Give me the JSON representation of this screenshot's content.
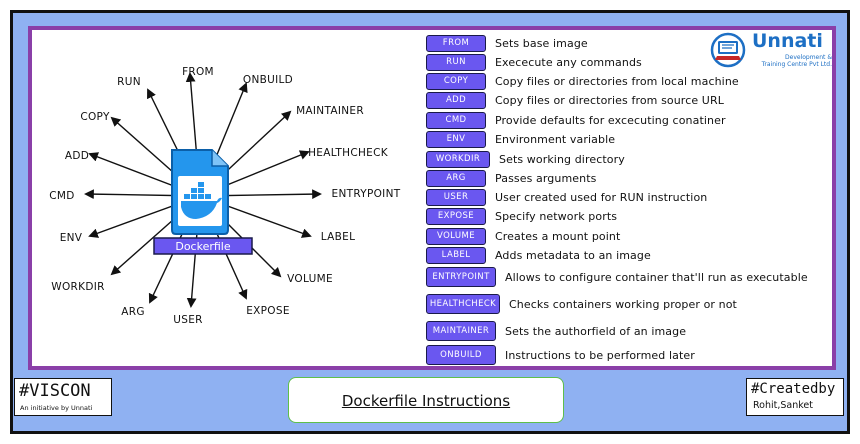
{
  "diagram": {
    "center_label": "Dockerfile",
    "spokes": [
      "FROM",
      "ONBUILD",
      "MAINTAINER",
      "HEALTHCHECK",
      "ENTRYPOINT",
      "LABEL",
      "VOLUME",
      "EXPOSE",
      "USER",
      "ARG",
      "WORKDIR",
      "ENV",
      "CMD",
      "ADD",
      "COPY",
      "RUN"
    ]
  },
  "instructions": [
    {
      "name": "FROM",
      "description": "Sets base image"
    },
    {
      "name": "RUN",
      "description": "Exececute any commands"
    },
    {
      "name": "COPY",
      "description": "Copy files or directories from local machine"
    },
    {
      "name": "ADD",
      "description": "Copy files or directories from source URL"
    },
    {
      "name": "CMD",
      "description": "Provide defaults for excecuting conatiner"
    },
    {
      "name": "ENV",
      "description": "Environment variable"
    },
    {
      "name": "WORKDIR",
      "description": "Sets working directory"
    },
    {
      "name": "ARG",
      "description": "Passes arguments"
    },
    {
      "name": "USER",
      "description": "User created used for RUN instruction"
    },
    {
      "name": "EXPOSE",
      "description": "Specify network ports"
    },
    {
      "name": "VOLUME",
      "description": "Creates a mount point"
    },
    {
      "name": "LABEL",
      "description": "Adds metadata to an image"
    },
    {
      "name": "ENTRYPOINT",
      "description": "Allows to configure container that'll run as executable"
    },
    {
      "name": "HEALTHCHECK",
      "description": "Checks containers working proper or not"
    },
    {
      "name": "MAINTAINER",
      "description": "Sets the authorfield of an image"
    },
    {
      "name": "ONBUILD",
      "description": "Instructions to be performed later"
    }
  ],
  "logo": {
    "title": "Unnati",
    "subtitle_line1": "Development &",
    "subtitle_line2": "Training Centre Pvt Ltd."
  },
  "footer": {
    "brand_title": "#VISCON",
    "brand_subtitle": "An initiative by Unnati",
    "page_title": "Dockerfile Instructions",
    "credit_title": "#Createdby",
    "credit_names": "Rohit,Sanket"
  },
  "colors": {
    "background": "#8fb1f2",
    "panel_border": "#8a3fa8",
    "pill": "#6a57f0",
    "docker_blue": "#2496ed",
    "title_border": "#5fbf4a"
  }
}
